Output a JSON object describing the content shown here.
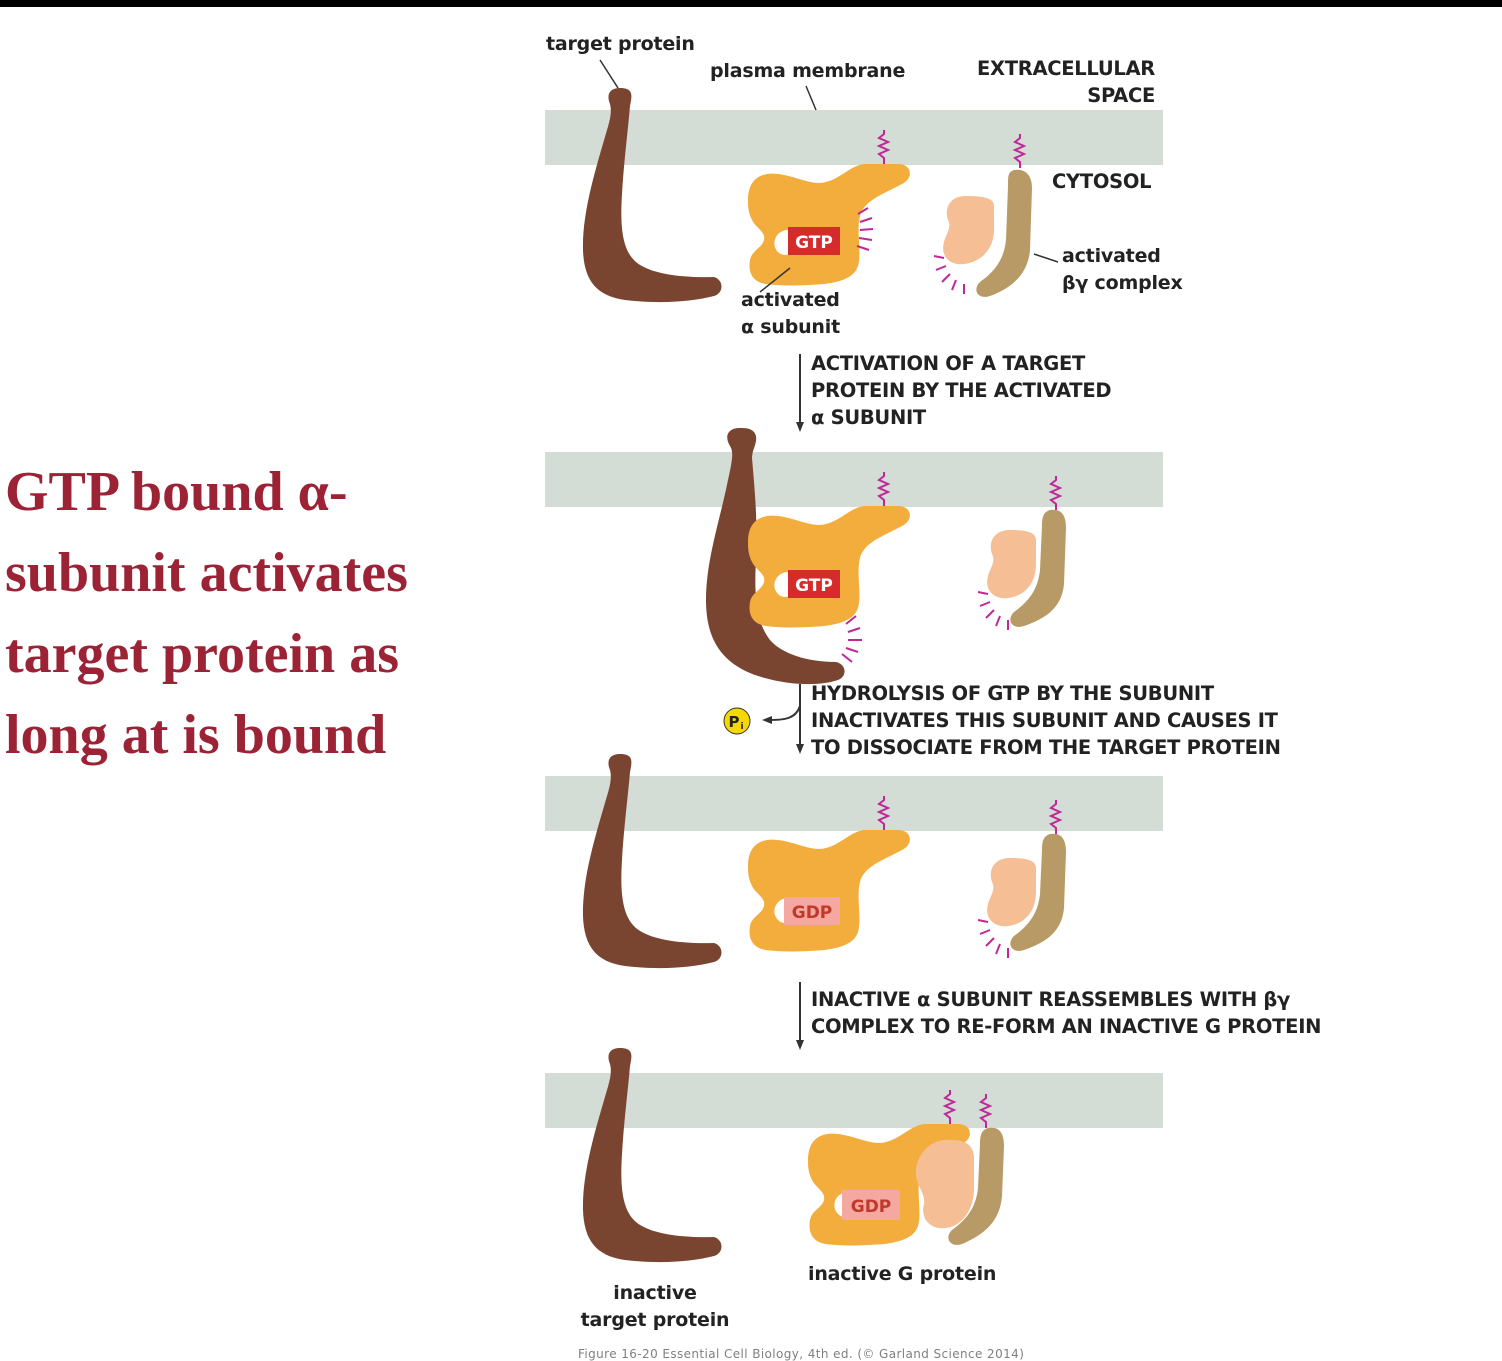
{
  "slide": {
    "title": "GTP bound α-\nsubunit activates\ntarget protein as\nlong at is bound",
    "title_color": "#9b2335"
  },
  "diagram": {
    "labels": {
      "target_protein": "target protein",
      "plasma_membrane": "plasma membrane",
      "extracellular_space": "EXTRACELLULAR\nSPACE",
      "cytosol": "CYTOSOL",
      "activated_alpha": "activated\nα subunit",
      "activated_bg": "activated\nβγ complex",
      "inactive_target": "inactive\ntarget protein",
      "inactive_g_protein": "inactive G protein",
      "phosphate": "P",
      "phosphate_sub": "i"
    },
    "nucleotides": {
      "panel1": "GTP",
      "panel2": "GTP",
      "panel3": "GDP",
      "panel4": "GDP"
    },
    "steps": [
      "ACTIVATION OF A TARGET\nPROTEIN BY THE ACTIVATED\nα SUBUNIT",
      "HYDROLYSIS OF GTP BY THE   SUBUNIT\nINACTIVATES THIS SUBUNIT AND CAUSES IT\nTO DISSOCIATE FROM THE TARGET PROTEIN",
      "INACTIVE α SUBUNIT REASSEMBLES WITH βγ\nCOMPLEX TO RE-FORM AN INACTIVE G PROTEIN"
    ],
    "citation": "Figure 16-20 Essential Cell Biology, 4th ed. (© Garland Science 2014)",
    "colors": {
      "membrane": "#d4dcd6",
      "target_protein": "#7a4530",
      "alpha_subunit": "#f2ad3c",
      "beta_subunit": "#f5be94",
      "gamma_subunit": "#b89a66",
      "gtp": "#d62b2b",
      "gdp": "#f4a8a0",
      "lipid_anchor": "#c0289a",
      "phosphate": "#f5d800"
    }
  }
}
